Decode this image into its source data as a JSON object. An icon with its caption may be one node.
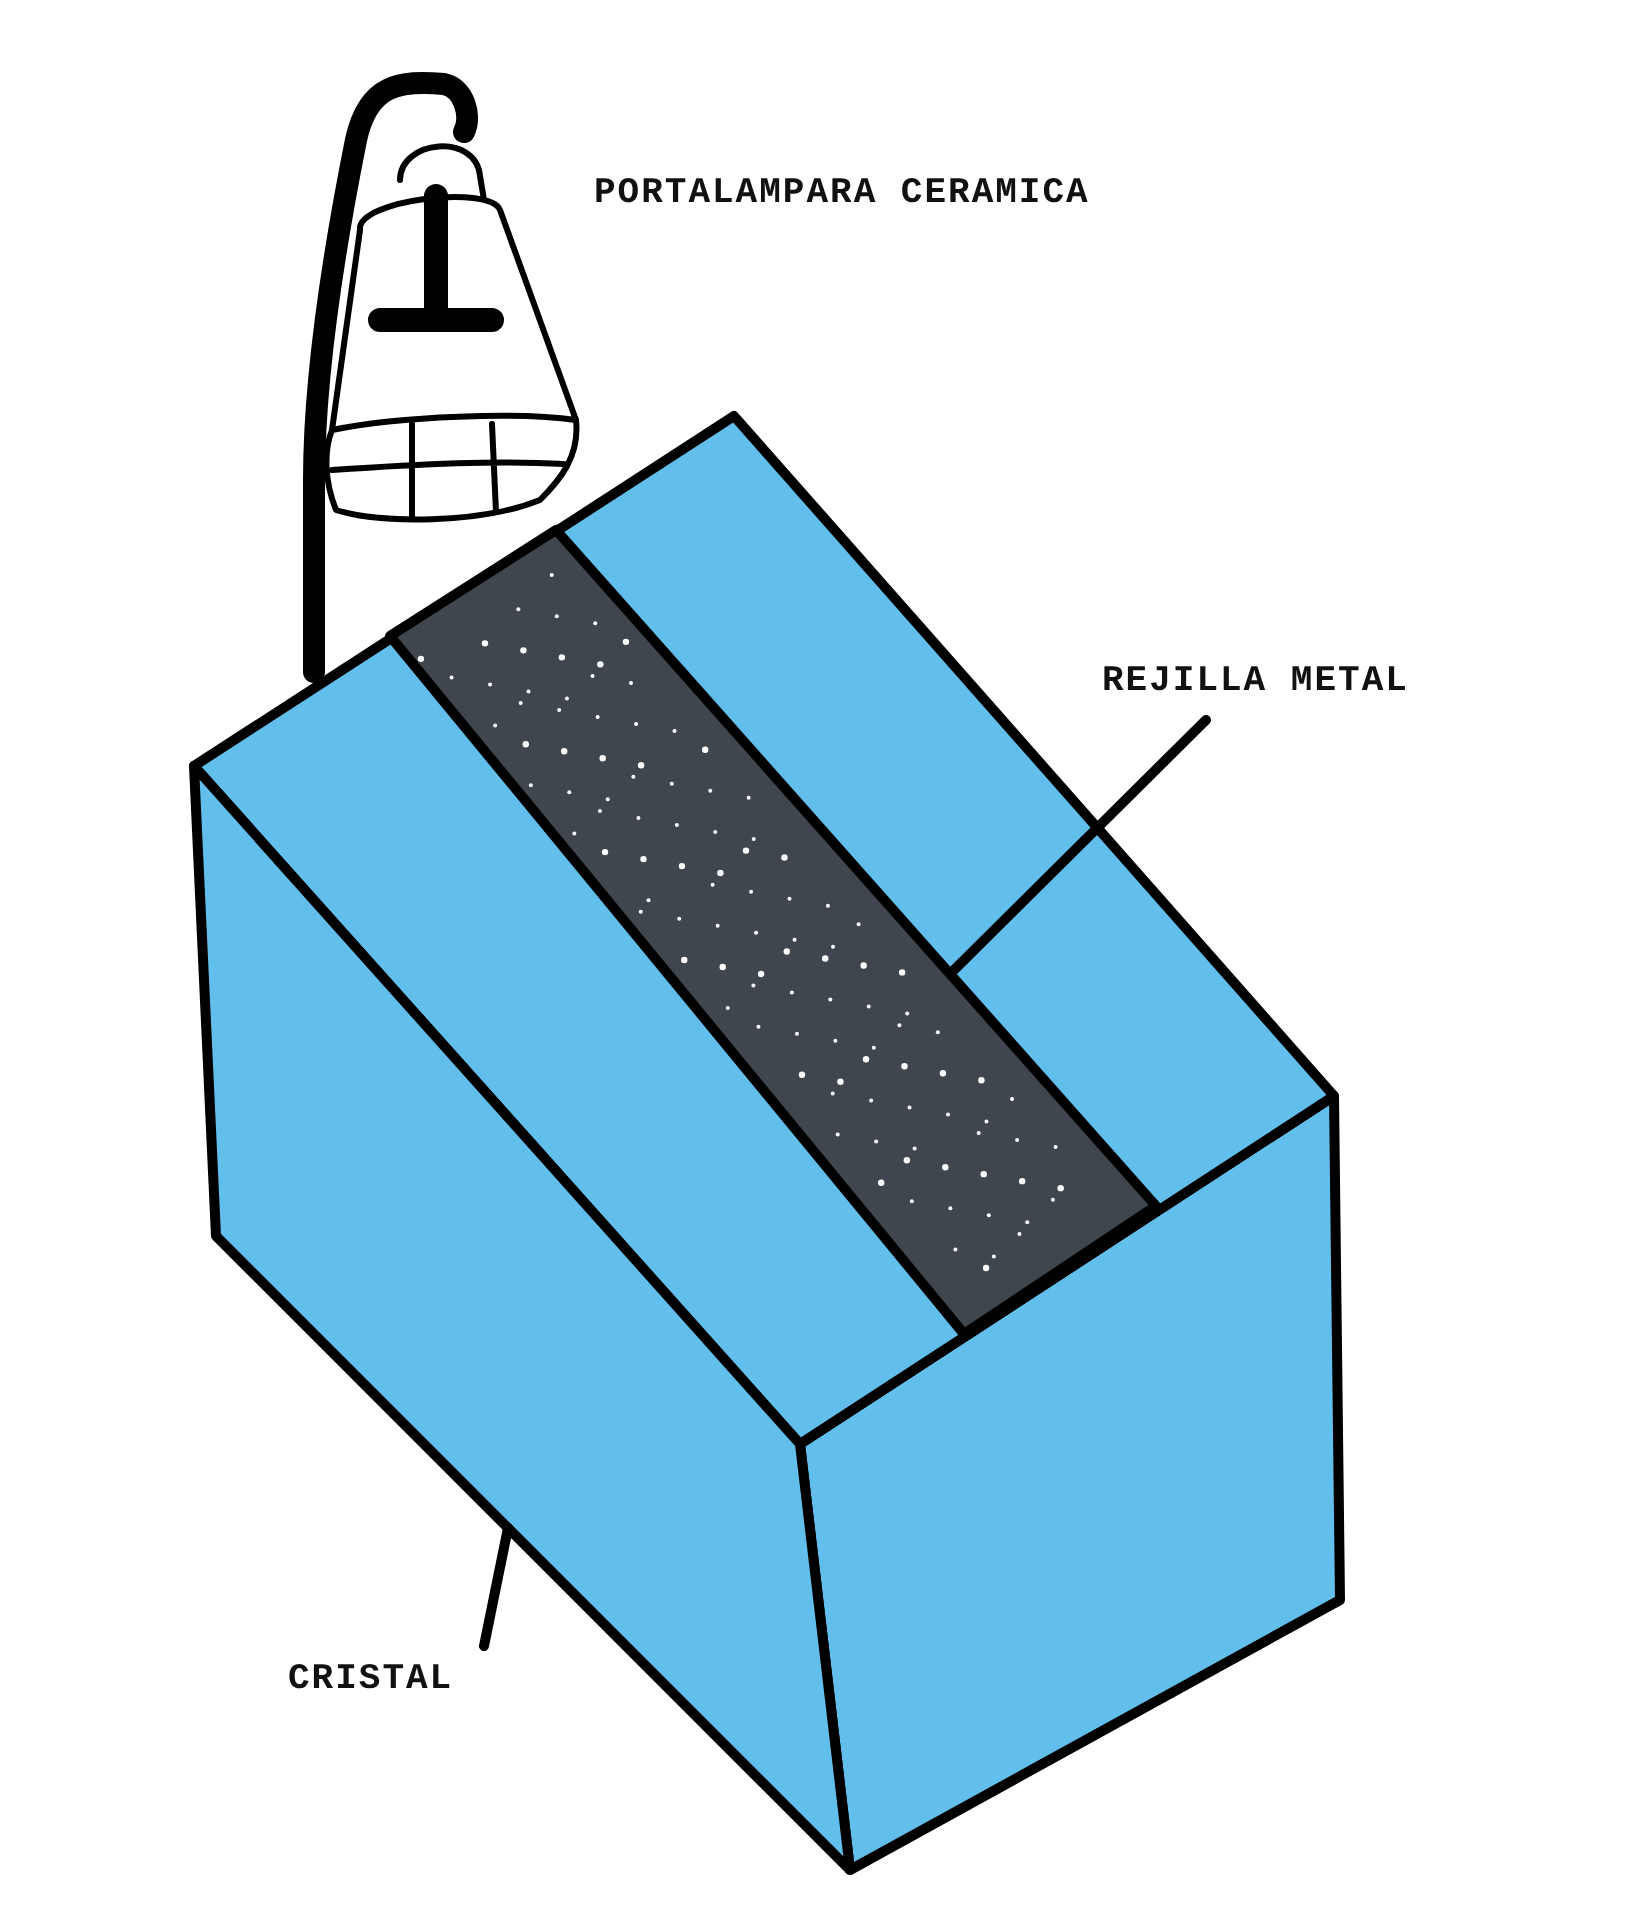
{
  "diagram": {
    "nodes": [
      {
        "text": [
          "REJILLA METAL"
        ]
      },
      {
        "text": [],
        "shape": "bar"
      },
      {
        "text": [
          "CRISTAL"
        ]
      },
      {
        "text": [],
        "shape": "box"
      }
    ],
    "edges": [
      {
        "from": 0,
        "to": 1,
        "arrow": "none"
      },
      {
        "from": 2,
        "to": 3,
        "arrow": "none"
      }
    ],
    "labels": [
      "PORTALAMPARA CERAMICA"
    ]
  }
}
